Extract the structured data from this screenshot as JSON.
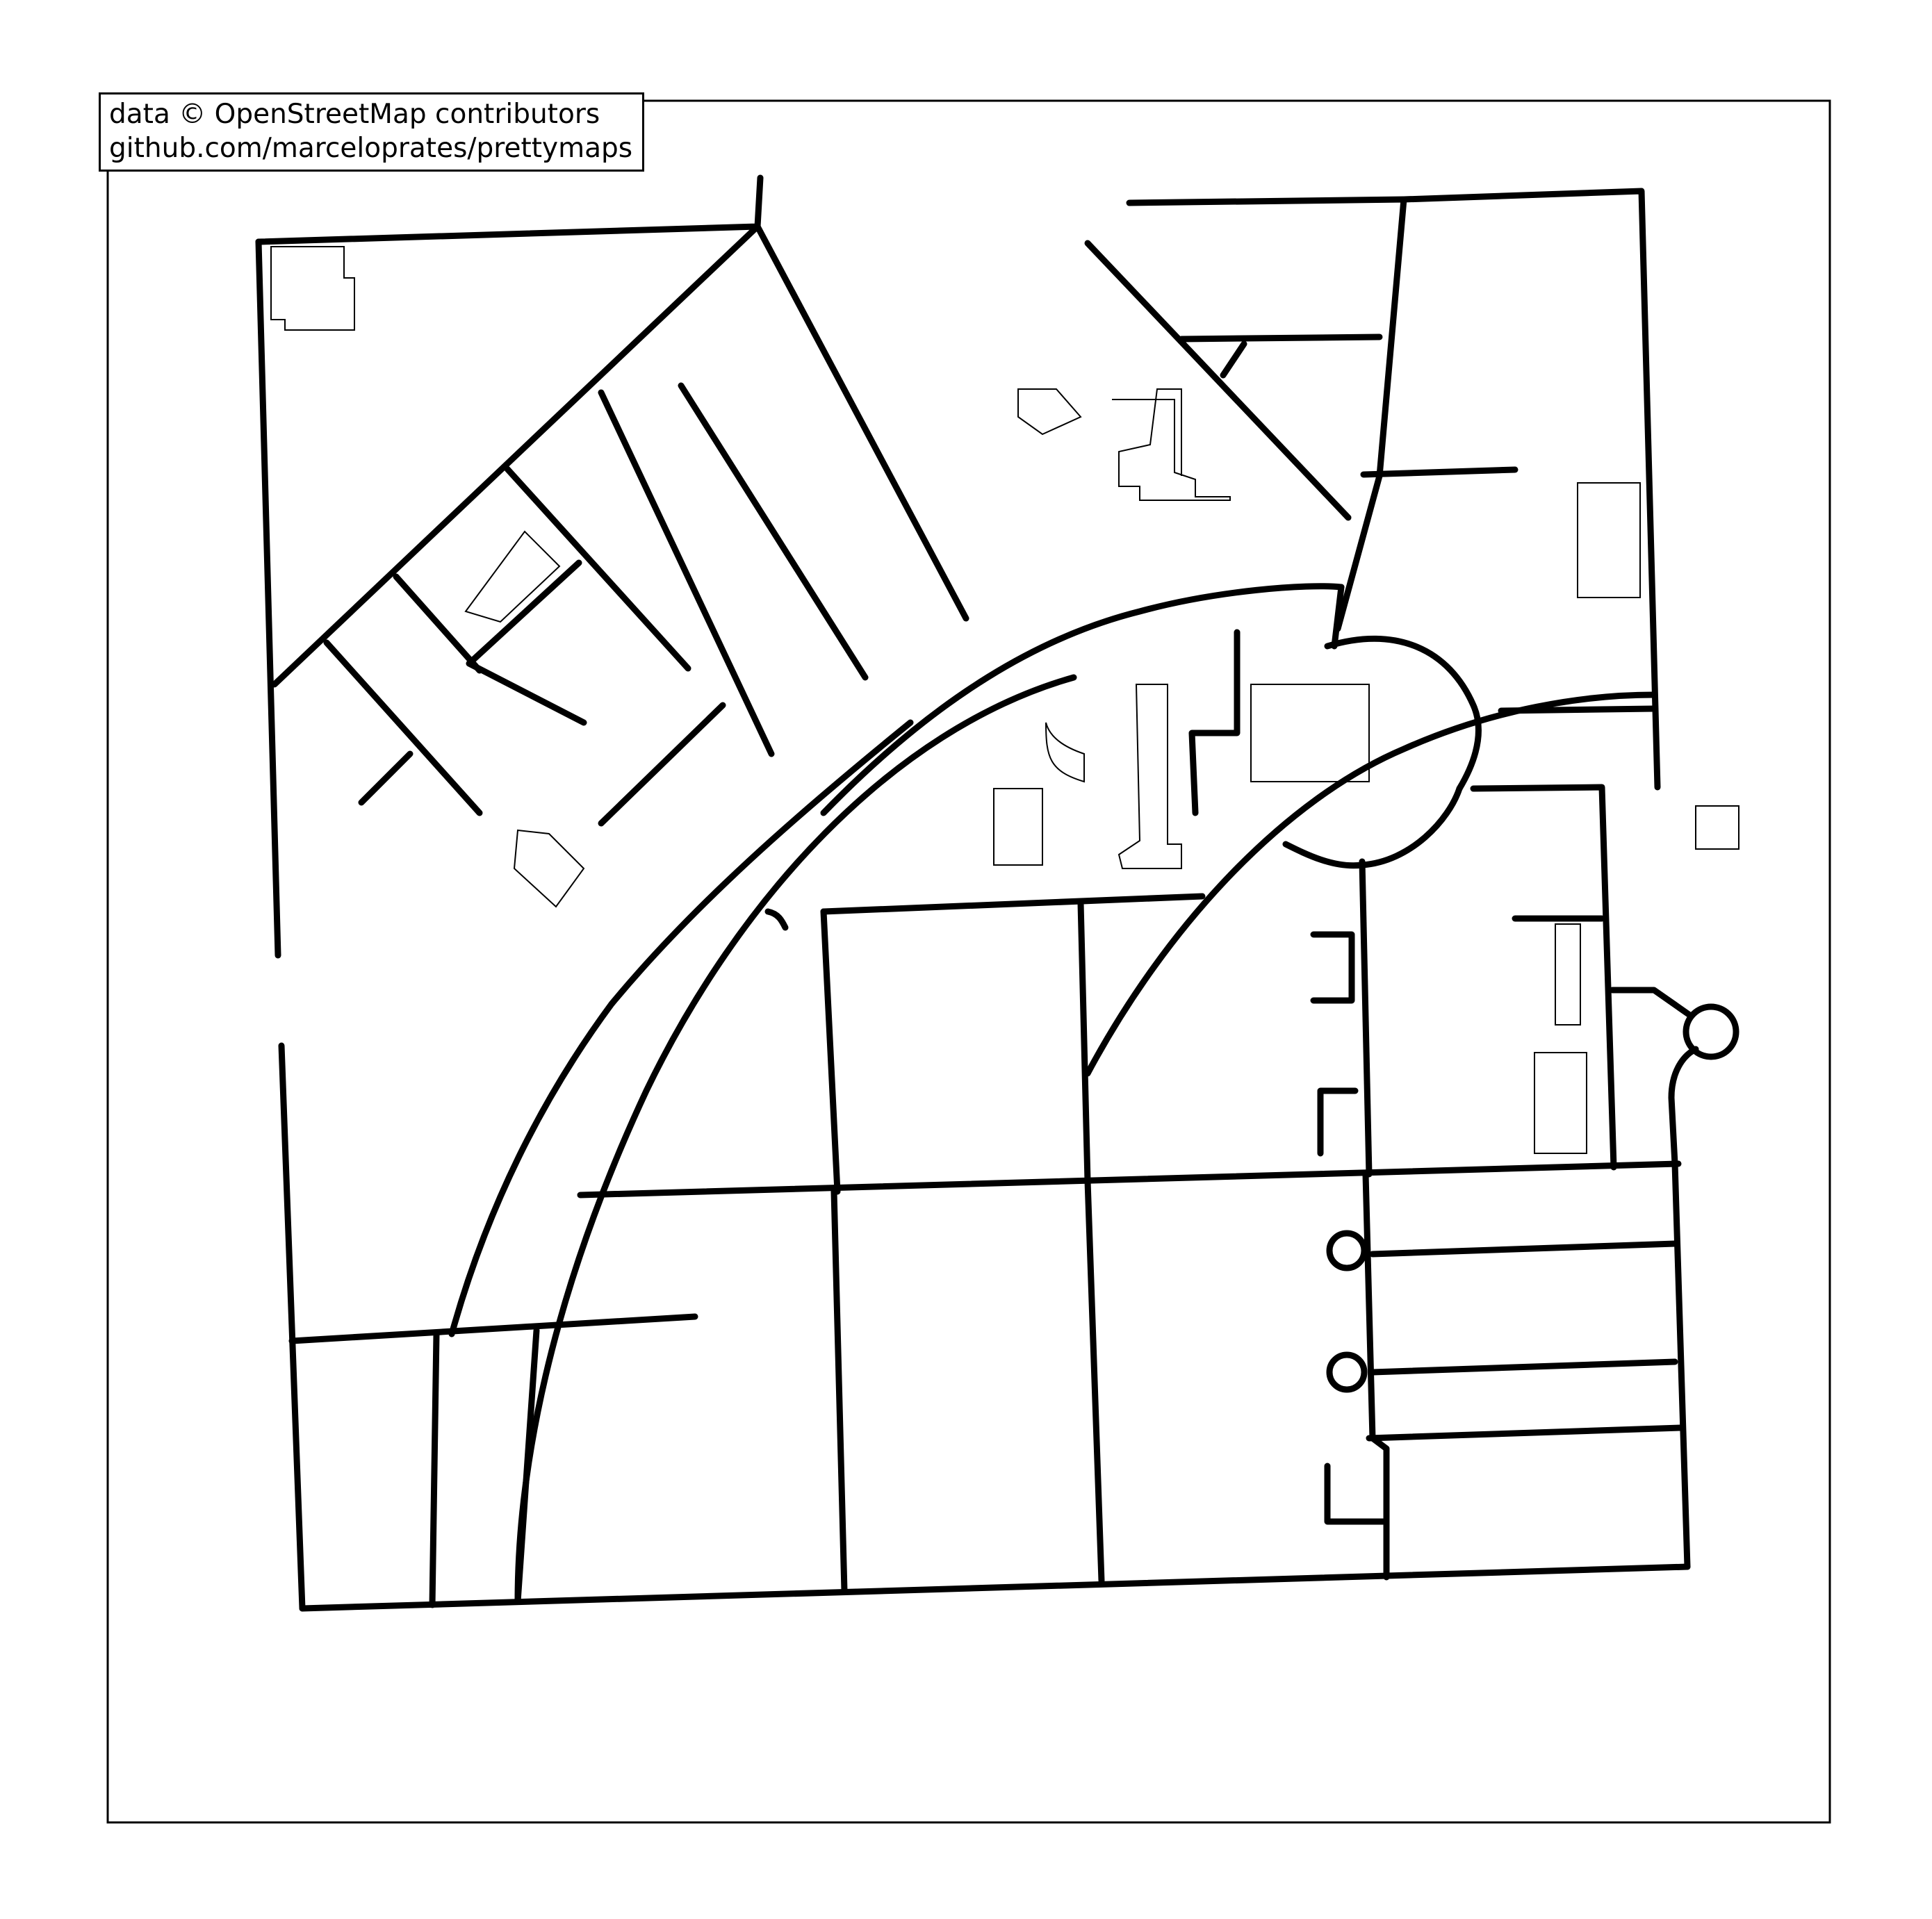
{
  "attribution": {
    "data_credit": "data © OpenStreetMap contributors",
    "tool_credit": "github.com/marceloprates/prettymaps"
  },
  "map": {
    "style": "black-and-white line drawing",
    "colors": {
      "background": "#ffffff",
      "stroke": "#000000"
    }
  }
}
